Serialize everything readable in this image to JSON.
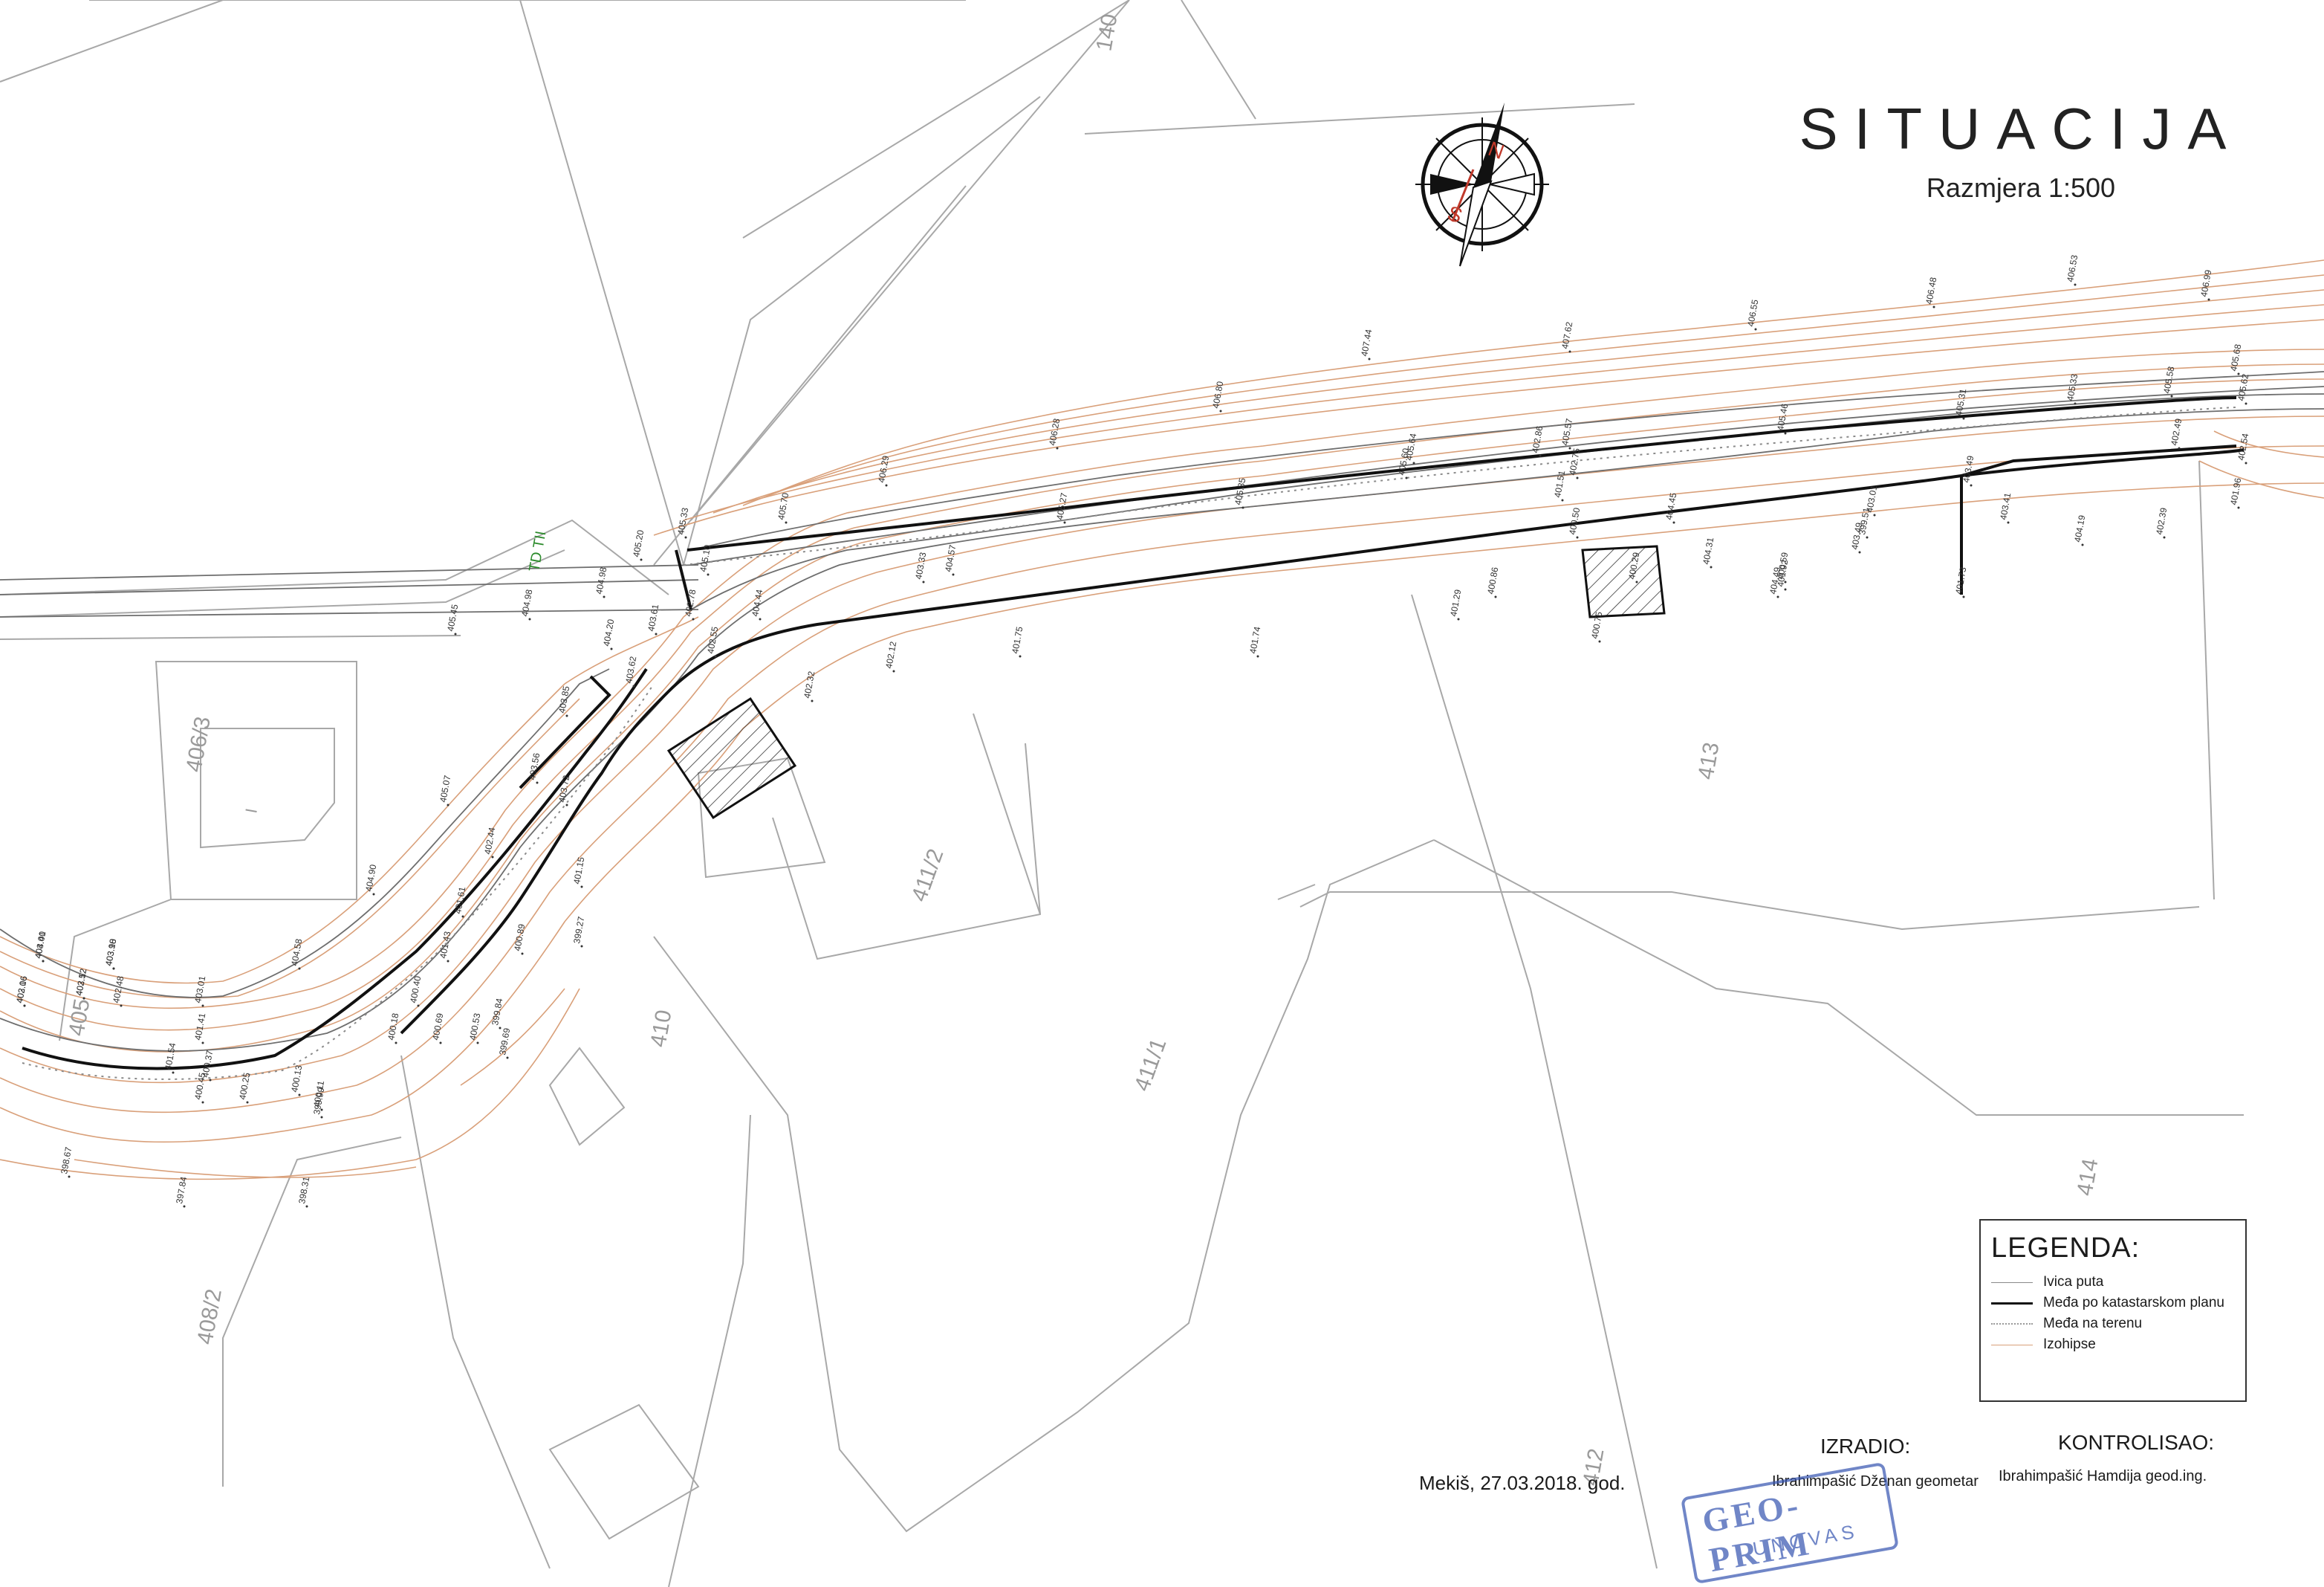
{
  "map": {
    "title": "SITUACIJA",
    "scale": "Razmjera 1:500",
    "parcel_labels": [
      "140",
      "406/3",
      "I",
      "405",
      "410",
      "411/2",
      "411/1",
      "413",
      "414",
      "408/2",
      "412"
    ],
    "marker_label": "TD TII",
    "elevations": [
      "403.40",
      "403.90",
      "402.06",
      "402.52",
      "402.48",
      "401.41",
      "401.54",
      "400.37",
      "400.45",
      "400.25",
      "400.13",
      "399.99",
      "398.67",
      "397.84",
      "398.31",
      "400.11",
      "403.01",
      "404.58",
      "404.90",
      "405.07",
      "403.85",
      "403.56",
      "403.72",
      "402.44",
      "401.61",
      "401.43",
      "400.40",
      "400.18",
      "400.69",
      "399.84",
      "401.15",
      "400.89",
      "399.27",
      "400.53",
      "399.69",
      "405.45",
      "404.98",
      "405.20",
      "405.33",
      "405.10",
      "404.98",
      "404.20",
      "403.62",
      "403.61",
      "402.78",
      "402.55",
      "402.32",
      "402.12",
      "401.75",
      "401.74",
      "401.29",
      "400.75",
      "400.86",
      "400.29",
      "400.59",
      "405.70",
      "406.29",
      "406.28",
      "406.80",
      "407.44",
      "407.62",
      "406.55",
      "406.48",
      "406.53",
      "406.99",
      "405.68",
      "405.27",
      "405.35",
      "405.60",
      "405.64",
      "405.57",
      "405.46",
      "405.31",
      "405.33",
      "405.58",
      "405.62",
      "404.45",
      "404.31",
      "404.49",
      "403.49",
      "403.41",
      "403.01",
      "402.39",
      "402.49",
      "402.54",
      "401.96",
      "401.73",
      "401.92",
      "404.19",
      "403.49",
      "399.51",
      "400.50",
      "401.51",
      "402.75",
      "402.86",
      "403.33",
      "404.57",
      "404.44",
      "404.01",
      "403.18",
      "403.16",
      "403.12"
    ]
  },
  "compass": {
    "letters": [
      "N",
      "S"
    ]
  },
  "legend": {
    "title": "LEGENDA:",
    "items": [
      {
        "label": "Ivica puta",
        "color": "#8a8a8a",
        "style": "solid-thin"
      },
      {
        "label": "Međa po katastarskom planu",
        "color": "#111111",
        "style": "solid-thick"
      },
      {
        "label": "Međa na terenu",
        "color": "#9a9a9a",
        "style": "dotted"
      },
      {
        "label": "Izohipse",
        "color": "#d9a07a",
        "style": "solid-thin"
      }
    ]
  },
  "footer": {
    "place_date": "Mekiš, 27.03.2018. god.",
    "izradio_label": "IZRADIO:",
    "izradio_name": "Ibrahimpašić Dženan geometar",
    "kontrolisao_label": "KONTROLISAO:",
    "kontrolisao_name": "Ibrahimpašić Hamdija geod.ing."
  },
  "stamp": {
    "line1": "GEO-PRIM",
    "line2": "UNOVAS"
  }
}
